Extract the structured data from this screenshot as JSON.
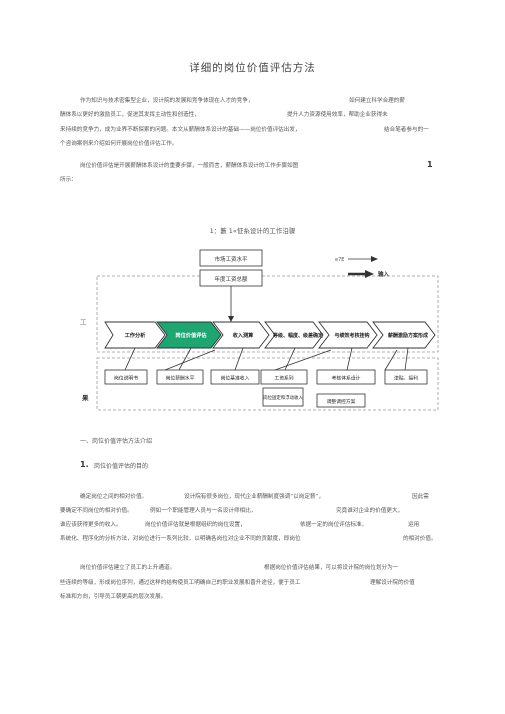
{
  "doc": {
    "title": "详细的岗位价值评估方法",
    "intro": [
      "作为知识与技术密集型企业，设计院的发展和竞争体现在人才的竞争，",
      "如何建立科学合理的薪",
      "酬体系以更好的激励员工，促进其发挥主动性和创造性，",
      "提升人力资源使用效率，帮助企业获得未",
      "来持续的竞争力，成为业界不断探索的问题。本文从薪酬体系设计的基础——岗位价值评估出发，",
      "结合笔者参与的一",
      "个咨询案例来介绍如何开展岗位价值评估工作。"
    ],
    "para2": [
      "岗位价值评估是开展薪酬体系设计的重要步骤，一般而言，薪酬体系设计的工作步骤如图",
      "1",
      "所示："
    ],
    "figure_caption": "1：籔 1«怔糸设计的工作沿骤",
    "diagram": {
      "top_box_1": "市场工资水平",
      "top_box_2": "年度工资总额",
      "legend_top": "e7E",
      "legend_input": "输入",
      "side_label_left": "工",
      "steps": [
        "工作分析",
        "岗位价值评估",
        "收入测算",
        "等级、幅度、级差确定",
        "与绩效考核挂钩",
        "薪酬激励方案形成"
      ],
      "bottom_boxes": [
        "岗位说明书",
        "岗位薪酬水平",
        "岗位基准收入",
        "工资系列",
        "考核体系设计",
        "津贴、福利"
      ],
      "bottom_sub": "岗位固定和浮动收入",
      "bottom_last": "调整调控方案",
      "side_label_bottom": "果"
    },
    "section1_title": "一、岗位价值评估方法介绍",
    "sub1_num": "1.",
    "sub1_title": "岗位价值评估的目的",
    "para3": [
      "确定岗位之间的相对价值。",
      "设计院有很多岗位，现代企业薪酬制度强调“以岗定薪”，",
      "因此需",
      "要确定不同岗位的相对价值。",
      "例如一个职能管理人员与一名设计师相比，",
      "究竟谁对企业的价值更大，",
      "谁应该获得更多的收入。",
      "岗位价值评估就是根据组织的岗位设置，",
      "依据一定的岗位评估标准，",
      "运用",
      "系统化、程序化的分析方法，对岗位进行一系列比较，以明确各岗位对企业不同的贡献度，即岗位",
      "的相对价值。"
    ],
    "para4": [
      "岗位价值评估建立了员工的上升通道。",
      "根据岗位价值评估结果，可以将设计院的岗位划分为一",
      "些连续的等级，形成岗位序列，通过这样的结构使员工明确自己的职业发展和晋升途径，便于员工",
      "理解设计院的价值",
      "标准和方向，引导员工朝更高的层次发展。"
    ]
  }
}
